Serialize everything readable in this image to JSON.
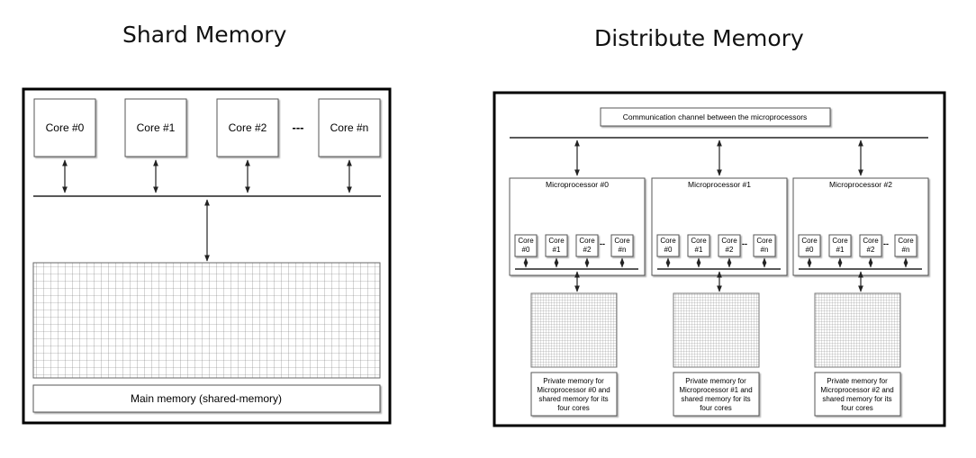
{
  "titles": {
    "left": "Shard Memory",
    "right": "Distribute Memory"
  },
  "shared": {
    "cores": [
      "Core #0",
      "Core #1",
      "Core #2",
      "Core #n"
    ],
    "ellipsis": "---",
    "main_memory_label": "Main memory (shared-memory)"
  },
  "distributed": {
    "channel_label": "Communication channel between the microprocessors",
    "microprocessors": [
      {
        "title": "Microprocessor #0",
        "cores": [
          [
            "Core",
            "#0"
          ],
          [
            "Core",
            "#1"
          ],
          [
            "Core",
            "#2"
          ],
          [
            "Core",
            "#n"
          ]
        ],
        "memory_label": [
          "Private memory for",
          "Microprocessor #0 and",
          "shared memory for its",
          "four cores"
        ]
      },
      {
        "title": "Microprocessor #1",
        "cores": [
          [
            "Core",
            "#0"
          ],
          [
            "Core",
            "#1"
          ],
          [
            "Core",
            "#2"
          ],
          [
            "Core",
            "#n"
          ]
        ],
        "memory_label": [
          "Private memory for",
          "Microprocessor #1 and",
          "shared memory for its",
          "four cores"
        ]
      },
      {
        "title": "Microprocessor #2",
        "cores": [
          [
            "Core",
            "#0"
          ],
          [
            "Core",
            "#1"
          ],
          [
            "Core",
            "#2"
          ],
          [
            "Core",
            "#n"
          ]
        ],
        "memory_label": [
          "Private memory for",
          "Microprocessor #2 and",
          "shared memory for its",
          "four cores"
        ]
      }
    ],
    "core_ellipsis": "--"
  }
}
